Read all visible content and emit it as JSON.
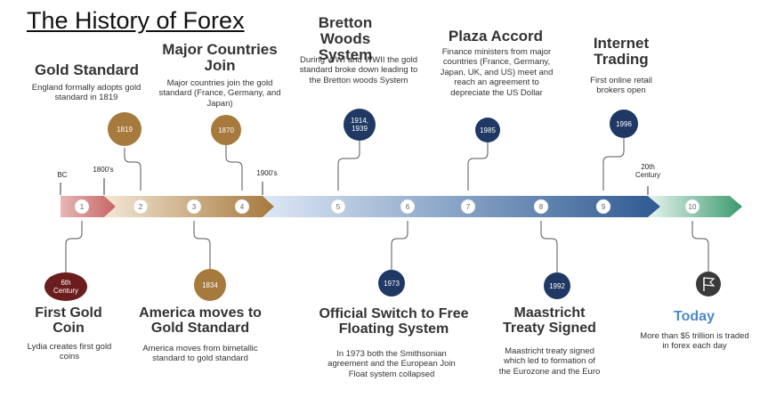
{
  "title": "The History of Forex",
  "eras": [
    {
      "label": "BC"
    },
    {
      "label": "1800's"
    },
    {
      "label": "1900's"
    },
    {
      "label": "20th Century"
    }
  ],
  "timeline": [
    "1",
    "2",
    "3",
    "4",
    "5",
    "6",
    "7",
    "8",
    "9",
    "10"
  ],
  "top_events": [
    {
      "date": "1819",
      "title": "Gold Standard",
      "desc": "England formally adopts gold standard in 1819",
      "color": "#a6793c"
    },
    {
      "date": "1870",
      "title": "Major Countries Join",
      "desc": "Major countries join the gold standard (France, Germany, and Japan)",
      "color": "#a6793c"
    },
    {
      "date": "1914, 1939",
      "title": "Bretton Woods System",
      "desc": "During WWI and WWII the gold standard broke down leading to the Bretton woods System",
      "color": "#1f3864"
    },
    {
      "date": "1985",
      "title": "Plaza Accord",
      "desc": "Finance ministers from major countries (France, Germany, Japan, UK, and US) meet and reach an agreement to depreciate the US Dollar",
      "color": "#1f3864"
    },
    {
      "date": "1996",
      "title": "Internet Trading",
      "desc": "First online retail brokers open",
      "color": "#1f3864"
    }
  ],
  "bottom_events": [
    {
      "date": "6th Century",
      "title": "First Gold Coin",
      "desc": "Lydia creates first gold coins",
      "color": "#6b1d1d"
    },
    {
      "date": "1834",
      "title": "America moves to Gold Standard",
      "desc": "America moves from bimetallic standard to gold standard",
      "color": "#a6793c"
    },
    {
      "date": "1973",
      "title": "Official Switch to Free Floating System",
      "desc": "In 1973 both the Smithsonian agreement and the European Join Float system collapsed",
      "color": "#1f3864"
    },
    {
      "date": "1992",
      "title": "Maastricht Treaty Signed",
      "desc": "Maastricht treaty signed which led to formation of the Eurozone and the Euro",
      "color": "#1f3864"
    },
    {
      "date": "",
      "title": "Today",
      "desc": "More than $5 trillion is traded in forex each day",
      "icon": "flag-icon",
      "color": "#3a3a3a"
    }
  ]
}
